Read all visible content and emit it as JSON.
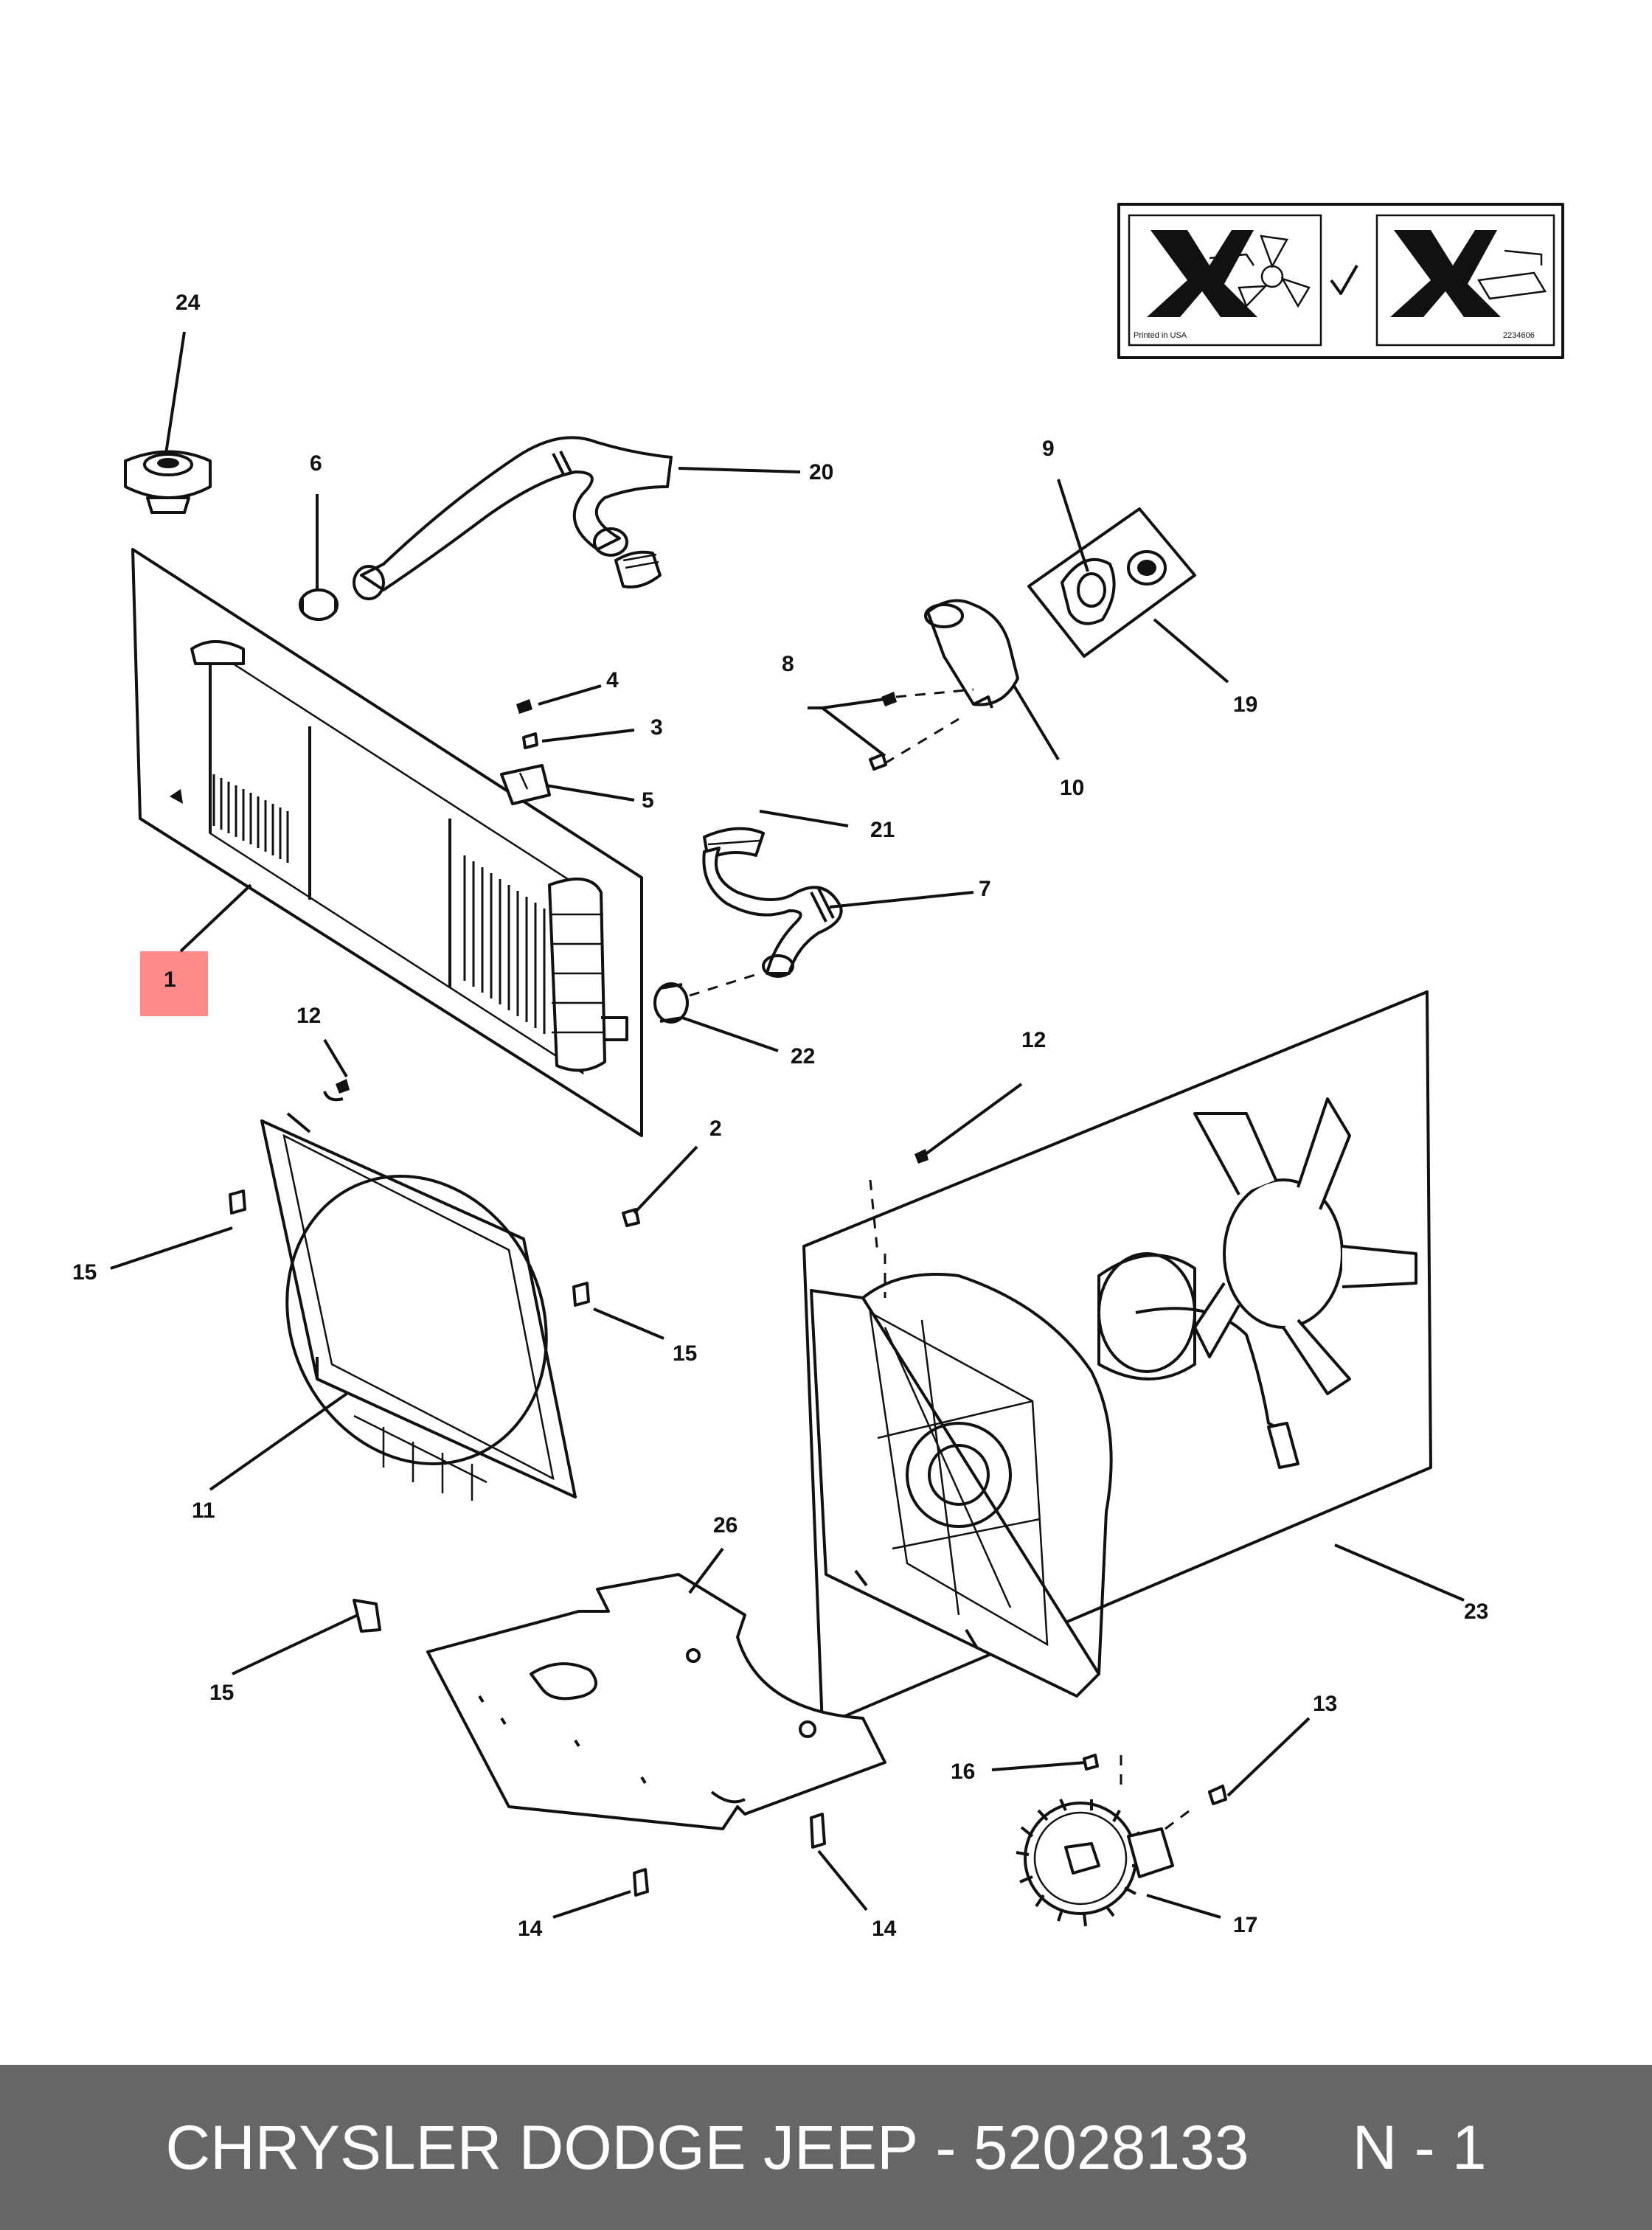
{
  "highlight_color": "#ff8a8a",
  "footer": {
    "brand": "CHRYSLER DODGE JEEP",
    "separator": "-",
    "part_number": "52028133",
    "page_ref": "N - 1",
    "background": "#666666"
  },
  "warning_label": {
    "left_text": "Printed in USA",
    "right_text": "2234606"
  },
  "callouts": {
    "c1": "1",
    "c2": "2",
    "c3": "3",
    "c4": "4",
    "c5": "5",
    "c6": "6",
    "c7": "7",
    "c8": "8",
    "c9": "9",
    "c10": "10",
    "c11": "11",
    "c12a": "12",
    "c12b": "12",
    "c13": "13",
    "c14a": "14",
    "c14b": "14",
    "c15a": "15",
    "c15b": "15",
    "c15c": "15",
    "c16": "16",
    "c17": "17",
    "c19": "19",
    "c20": "20",
    "c21": "21",
    "c22": "22",
    "c23": "23",
    "c24": "24",
    "c26": "26"
  }
}
